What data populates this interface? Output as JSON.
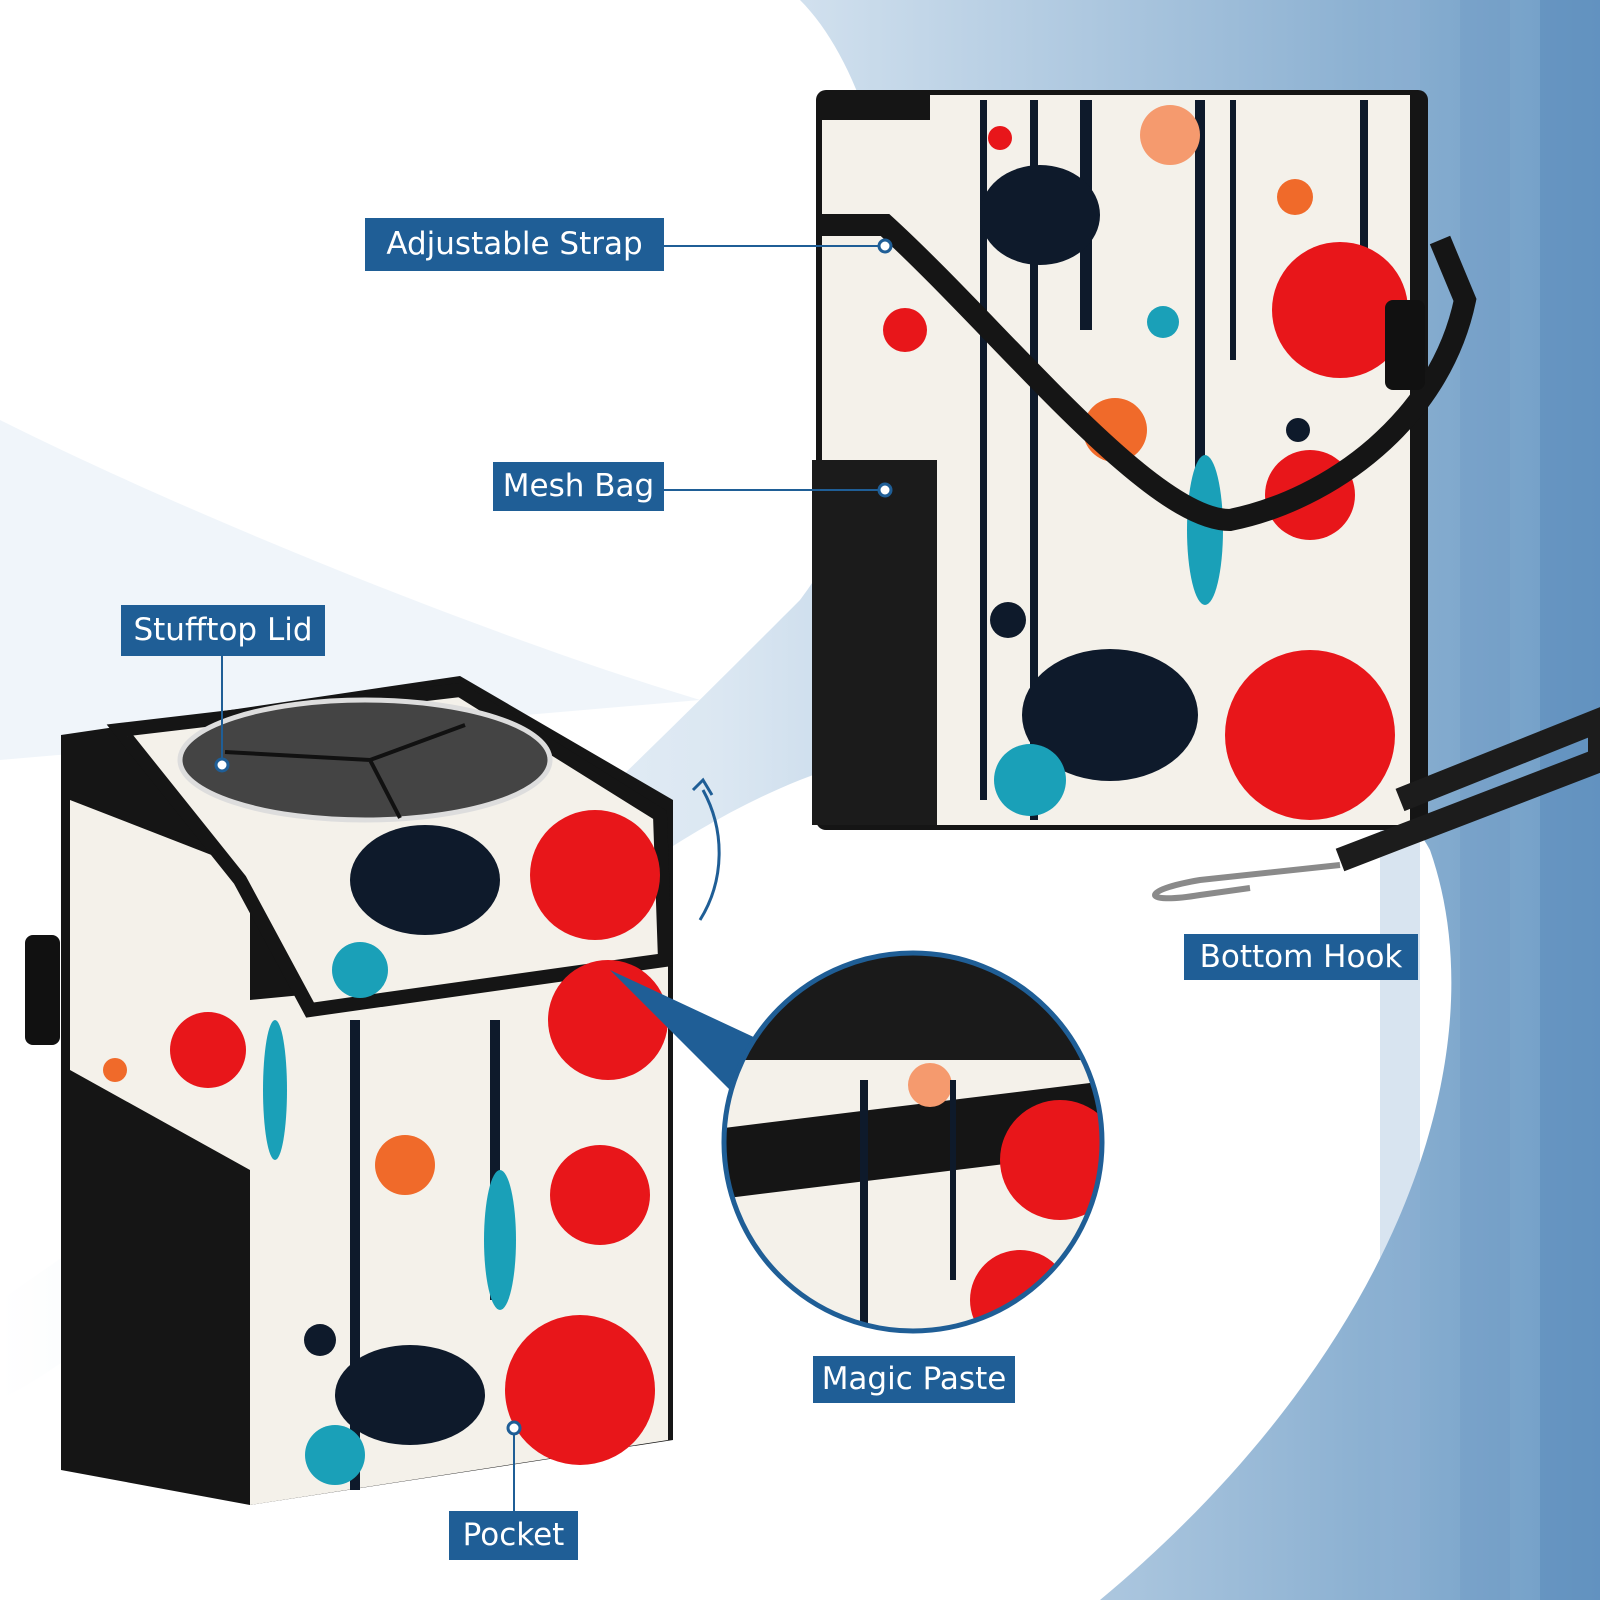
{
  "callouts": {
    "adjustable_strap": "Adjustable Strap",
    "mesh_bag": "Mesh Bag",
    "stufftop_lid": "Stufftop Lid",
    "bottom_hook": "Bottom Hook",
    "magic_paste": "Magic Paste",
    "pocket": "Pocket"
  },
  "colors": {
    "label_bg": "#1f5e96",
    "pattern_red": "#e8161a",
    "pattern_navy": "#0e1a2b",
    "pattern_teal": "#1aa0b8",
    "pattern_orange": "#f06a2a",
    "bag_cream": "#f4f1ea",
    "bag_black": "#151515"
  }
}
